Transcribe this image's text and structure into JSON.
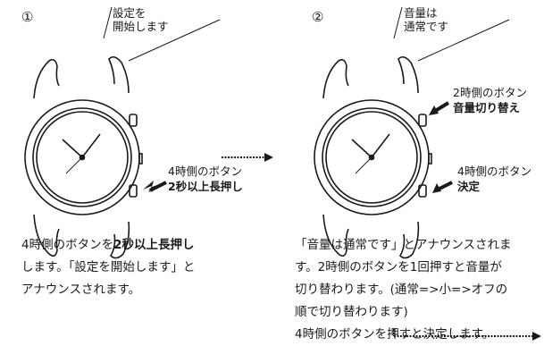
{
  "step1": {
    "number": "①",
    "speech": [
      "設定を",
      "開始します"
    ],
    "button_label": "4時側のボタン",
    "button_action": "2秒以上長押し",
    "desc_line1_pre": "4時側のボタンを",
    "desc_line1_bold": "2秒以上長押し",
    "desc_line2": "します。「設定を開始します」と",
    "desc_line3": "アナウンスされます。"
  },
  "step2": {
    "number": "②",
    "speech": [
      "音量は",
      "通常です"
    ],
    "button2_label": "2時側のボタン",
    "button2_action": "音量切り替え",
    "button4_label": "4時側のボタン",
    "button4_action": "決定",
    "desc_lines": [
      "「音量は通常です」とアナウンスされま",
      "す。2時側のボタンを1回押すと音量が",
      "切り替わります。(通常=>小=>オフの",
      "順で切り替わります)",
      "4時側のボタンを押すと決定します。"
    ]
  }
}
